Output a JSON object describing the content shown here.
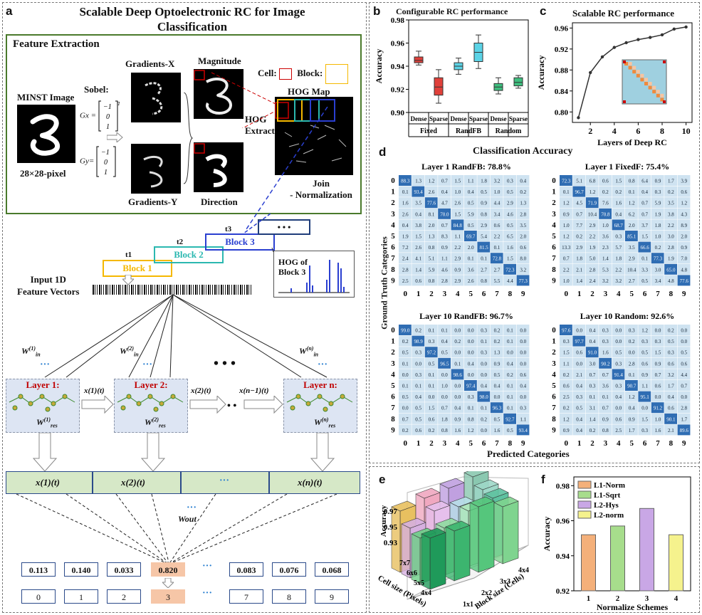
{
  "panel_a": {
    "letter": "a",
    "title_line1": "Scalable Deep Optoelectronic RC for  Image",
    "title_line2": "Classification",
    "feature_extraction": "Feature Extraction",
    "mnist_label": "MINST Image",
    "pixel_label": "28×28-pixel",
    "sobel": "Sobel:",
    "gx": "Gx =",
    "gy": "Gy=",
    "gradients_x": "Gradients-X",
    "gradients_y": "Gradients-Y",
    "magnitude": "Magnitude",
    "direction": "Direction",
    "cell": "Cell:",
    "block": "Block:",
    "hog_map": "HOG Map",
    "hog_extract": "HOG Extract",
    "join_norm_1": "Join",
    "join_norm_2": "- Normalization",
    "t1": "t1",
    "t2": "t2",
    "t3": "t3",
    "block1": "Block 1",
    "block2": "Block 2",
    "block3": "Block 3",
    "ellipsis": "• • •",
    "hog_of_block": "HOG of",
    "hog_of_block2": "Block 3",
    "input_1d": "Input 1D",
    "feature_vectors": "Feature Vectors",
    "layers": [
      {
        "title": "Layer 1:",
        "w": "W",
        "sup": "(1)",
        "sub": "res"
      },
      {
        "title": "Layer 2:",
        "w": "W",
        "sup": "(2)",
        "sub": "res"
      },
      {
        "title": "Layer n:",
        "w": "W",
        "sup": "(n)",
        "sub": "res"
      }
    ],
    "win_labels": [
      "(1)",
      "(2)",
      "(n)"
    ],
    "xt_labels": [
      "x(1)(t)",
      "x(2)(t)",
      "x(n−1)(t)"
    ],
    "state_labels": [
      "x(1)(t)",
      "x(2)(t)",
      "x(n)(t)"
    ],
    "wout": "Wout",
    "outputs": [
      "0.113",
      "0.140",
      "0.033",
      "0.820",
      "0.083",
      "0.076",
      "0.068"
    ],
    "classes": [
      "0",
      "1",
      "2",
      "3",
      "7",
      "8",
      "9"
    ],
    "dots": "···"
  },
  "panel_b": {
    "letter": "b",
    "chart_data": {
      "type": "box",
      "title": "Configurable RC performance",
      "ylabel": "Accuracy",
      "ylim": [
        0.9,
        0.98
      ],
      "yticks": [
        "0.90",
        "0.92",
        "0.94",
        "0.96",
        "0.98"
      ],
      "groups": [
        "Fixed",
        "RandFB",
        "Random"
      ],
      "subcategories": [
        "Dense",
        "Sparse",
        "Dense",
        "Sparse",
        "Dense",
        "Sparse"
      ],
      "boxes": [
        {
          "min": 0.941,
          "q1": 0.943,
          "median": 0.945,
          "q3": 0.948,
          "max": 0.953,
          "color": "#e0403a"
        },
        {
          "min": 0.908,
          "q1": 0.915,
          "median": 0.922,
          "q3": 0.93,
          "max": 0.937,
          "color": "#e0403a"
        },
        {
          "min": 0.933,
          "q1": 0.937,
          "median": 0.94,
          "q3": 0.943,
          "max": 0.947,
          "color": "#5bd3e6"
        },
        {
          "min": 0.938,
          "q1": 0.944,
          "median": 0.952,
          "q3": 0.96,
          "max": 0.967,
          "color": "#5bd3e6"
        },
        {
          "min": 0.916,
          "q1": 0.919,
          "median": 0.922,
          "q3": 0.925,
          "max": 0.93,
          "color": "#3fbf7f"
        },
        {
          "min": 0.921,
          "q1": 0.923,
          "median": 0.926,
          "q3": 0.93,
          "max": 0.932,
          "color": "#3fbf7f"
        }
      ]
    }
  },
  "panel_c": {
    "letter": "c",
    "chart_data": {
      "type": "line",
      "title": "Scalable RC performance",
      "xlabel": "Layers of Deep RC",
      "ylabel": "Accuracy",
      "x": [
        1,
        2,
        3,
        4,
        5,
        6,
        7,
        8,
        9,
        10
      ],
      "y": [
        0.789,
        0.875,
        0.905,
        0.923,
        0.932,
        0.938,
        0.942,
        0.947,
        0.958,
        0.962
      ],
      "xlim": [
        0.5,
        10.5
      ],
      "ylim": [
        0.78,
        0.97
      ],
      "xticks": [
        "2",
        "4",
        "6",
        "8",
        "10"
      ],
      "yticks": [
        "0.80",
        "0.84",
        "0.88",
        "0.92",
        "0.96"
      ]
    }
  },
  "panel_d": {
    "letter": "d",
    "title": "Classification Accuracy",
    "ylabel": "Ground Truth Categories",
    "xlabel": "Predicted Categories",
    "ticks": [
      "0",
      "1",
      "2",
      "3",
      "4",
      "5",
      "6",
      "7",
      "8",
      "9"
    ],
    "matrices": [
      {
        "title": "Layer 1 RandFB: 78.8%",
        "rows": [
          [
            "88.3",
            "1.3",
            "1.2",
            "0.7",
            "1.5",
            "1.1",
            "1.8",
            "3.2",
            "0.3",
            "0.4"
          ],
          [
            "0.1",
            "93.4",
            "2.6",
            "0.4",
            "1.0",
            "0.4",
            "0.5",
            "1.0",
            "0.5",
            "0.2"
          ],
          [
            "1.6",
            "3.5",
            "77.6",
            "4.7",
            "2.6",
            "0.5",
            "0.9",
            "4.4",
            "2.9",
            "1.3"
          ],
          [
            "2.6",
            "0.4",
            "8.1",
            "70.0",
            "1.5",
            "5.9",
            "0.8",
            "3.4",
            "4.6",
            "2.8"
          ],
          [
            "0.4",
            "3.8",
            "2.0",
            "0.7",
            "84.8",
            "0.5",
            "2.9",
            "0.6",
            "0.5",
            "3.5"
          ],
          [
            "1.9",
            "1.5",
            "1.3",
            "8.3",
            "1.1",
            "69.7",
            "5.4",
            "2.2",
            "6.5",
            "2.0"
          ],
          [
            "7.2",
            "2.6",
            "0.8",
            "0.9",
            "2.2",
            "2.0",
            "81.5",
            "0.1",
            "1.6",
            "0.6"
          ],
          [
            "2.4",
            "4.1",
            "5.1",
            "1.1",
            "2.9",
            "0.1",
            "0.1",
            "72.8",
            "1.5",
            "8.0"
          ],
          [
            "2.8",
            "1.4",
            "5.9",
            "4.6",
            "0.9",
            "3.6",
            "2.7",
            "2.7",
            "72.3",
            "3.2"
          ],
          [
            "2.5",
            "0.6",
            "0.8",
            "2.8",
            "2.9",
            "2.6",
            "0.8",
            "5.5",
            "4.4",
            "77.3"
          ]
        ]
      },
      {
        "title": "Layer 1 FixedF: 75.4%",
        "rows": [
          [
            "72.3",
            "5.1",
            "6.8",
            "0.6",
            "1.5",
            "0.8",
            "6.4",
            "0.9",
            "1.7",
            "3.9"
          ],
          [
            "0.1",
            "96.7",
            "1.2",
            "0.2",
            "0.2",
            "0.1",
            "0.4",
            "0.3",
            "0.2",
            "0.6"
          ],
          [
            "1.2",
            "4.5",
            "71.9",
            "7.6",
            "1.6",
            "1.2",
            "0.7",
            "5.9",
            "3.5",
            "1.2"
          ],
          [
            "0.9",
            "0.7",
            "10.4",
            "70.8",
            "0.4",
            "6.2",
            "0.7",
            "1.9",
            "3.8",
            "4.3"
          ],
          [
            "1.0",
            "7.7",
            "2.9",
            "1.0",
            "68.7",
            "2.0",
            "3.7",
            "1.8",
            "2.2",
            "8.9"
          ],
          [
            "1.2",
            "0.2",
            "2.2",
            "3.6",
            "0.3",
            "85.1",
            "1.5",
            "1.0",
            "3.0",
            "2.0"
          ],
          [
            "13.3",
            "2.9",
            "1.9",
            "2.3",
            "5.7",
            "3.5",
            "66.6",
            "0.2",
            "2.8",
            "0.9"
          ],
          [
            "0.7",
            "1.8",
            "5.0",
            "1.4",
            "1.8",
            "2.9",
            "0.1",
            "77.3",
            "1.9",
            "7.0"
          ],
          [
            "2.2",
            "2.1",
            "2.8",
            "5.3",
            "2.2",
            "10.4",
            "3.3",
            "3.0",
            "65.0",
            "4.8"
          ],
          [
            "1.0",
            "1.4",
            "2.4",
            "3.2",
            "3.2",
            "2.7",
            "0.5",
            "3.4",
            "4.8",
            "77.6"
          ]
        ]
      },
      {
        "title": "Layer 10 RandFB: 96.7%",
        "rows": [
          [
            "99.0",
            "0.2",
            "0.1",
            "0.1",
            "0.0",
            "0.0",
            "0.3",
            "0.2",
            "0.1",
            "0.0"
          ],
          [
            "0.2",
            "98.9",
            "0.3",
            "0.4",
            "0.2",
            "0.0",
            "0.1",
            "0.2",
            "0.1",
            "0.0"
          ],
          [
            "0.5",
            "0.3",
            "97.2",
            "0.5",
            "0.0",
            "0.0",
            "0.3",
            "1.3",
            "0.0",
            "0.0"
          ],
          [
            "0.1",
            "0.0",
            "0.5",
            "96.5",
            "0.1",
            "0.4",
            "0.0",
            "0.9",
            "0.4",
            "0.0"
          ],
          [
            "0.0",
            "0.3",
            "0.1",
            "0.0",
            "98.6",
            "0.0",
            "0.0",
            "0.5",
            "0.2",
            "0.6"
          ],
          [
            "0.1",
            "0.1",
            "0.1",
            "1.0",
            "0.0",
            "97.4",
            "0.4",
            "0.4",
            "0.1",
            "0.4"
          ],
          [
            "0.5",
            "0.4",
            "0.0",
            "0.0",
            "0.0",
            "0.3",
            "98.0",
            "0.0",
            "0.1",
            "0.0"
          ],
          [
            "0.0",
            "0.5",
            "1.5",
            "0.7",
            "0.4",
            "0.1",
            "0.1",
            "96.3",
            "0.1",
            "0.3"
          ],
          [
            "0.7",
            "0.5",
            "0.6",
            "1.8",
            "0.9",
            "0.8",
            "0.2",
            "0.5",
            "92.7",
            "1.1"
          ],
          [
            "0.2",
            "0.6",
            "0.2",
            "0.8",
            "1.6",
            "1.2",
            "0.0",
            "1.6",
            "0.5",
            "93.4"
          ]
        ]
      },
      {
        "title": "Layer 10 Random: 92.6%",
        "rows": [
          [
            "97.6",
            "0.0",
            "0.4",
            "0.3",
            "0.0",
            "0.3",
            "1.2",
            "0.0",
            "0.2",
            "0.0"
          ],
          [
            "0.3",
            "97.7",
            "0.4",
            "0.3",
            "0.0",
            "0.2",
            "0.3",
            "0.3",
            "0.5",
            "0.0"
          ],
          [
            "1.5",
            "0.6",
            "91.0",
            "1.6",
            "0.5",
            "0.0",
            "0.5",
            "1.5",
            "0.3",
            "0.5"
          ],
          [
            "1.1",
            "0.0",
            "3.0",
            "90.2",
            "0.3",
            "2.8",
            "0.6",
            "0.9",
            "0.6",
            "0.6"
          ],
          [
            "0.2",
            "2.1",
            "0.7",
            "0.7",
            "91.4",
            "0.1",
            "0.9",
            "0.7",
            "3.2",
            "4.4"
          ],
          [
            "0.6",
            "0.4",
            "0.3",
            "3.6",
            "0.3",
            "90.7",
            "1.1",
            "0.6",
            "1.7",
            "0.7"
          ],
          [
            "2.5",
            "0.3",
            "0.1",
            "0.1",
            "0.4",
            "1.2",
            "95.1",
            "0.0",
            "0.4",
            "0.0"
          ],
          [
            "0.2",
            "0.5",
            "3.1",
            "0.7",
            "0.0",
            "0.4",
            "0.0",
            "91.2",
            "0.6",
            "2.8"
          ],
          [
            "1.2",
            "0.4",
            "1.4",
            "0.9",
            "0.6",
            "0.9",
            "1.5",
            "1.0",
            "90.1",
            "1.7"
          ],
          [
            "0.9",
            "0.4",
            "0.2",
            "0.8",
            "2.5",
            "1.7",
            "0.3",
            "1.6",
            "2.1",
            "89.6"
          ]
        ]
      }
    ]
  },
  "panel_e": {
    "letter": "e",
    "chart_data": {
      "type": "bar3d",
      "zlabel": "Accuracy",
      "xlabel": "Cell size (Pixels)",
      "ylabel": "Block size (Cells)",
      "cell_sizes": [
        "4x4",
        "5x5",
        "6x6",
        "7x7"
      ],
      "block_sizes": [
        "1x1",
        "2x2",
        "3x3",
        "4x4"
      ],
      "zticks": [
        "0.93",
        "0.95",
        "0.97"
      ]
    }
  },
  "panel_f": {
    "letter": "f",
    "chart_data": {
      "type": "bar",
      "xlabel": "Normalize Schemes",
      "ylabel": "Accuracy",
      "categories": [
        "1",
        "2",
        "3",
        "4"
      ],
      "series": [
        {
          "name": "L1-Norm",
          "value": 0.952,
          "color": "#f4b07a"
        },
        {
          "name": "L1-Sqrt",
          "value": 0.957,
          "color": "#a7dd8c"
        },
        {
          "name": "L2-Hys",
          "value": 0.967,
          "color": "#c9a7e6"
        },
        {
          "name": "L2-norm",
          "value": 0.952,
          "color": "#f5f28d"
        }
      ],
      "ylim": [
        0.92,
        0.985
      ],
      "yticks": [
        "0.92",
        "0.94",
        "0.96",
        "0.98"
      ]
    }
  }
}
